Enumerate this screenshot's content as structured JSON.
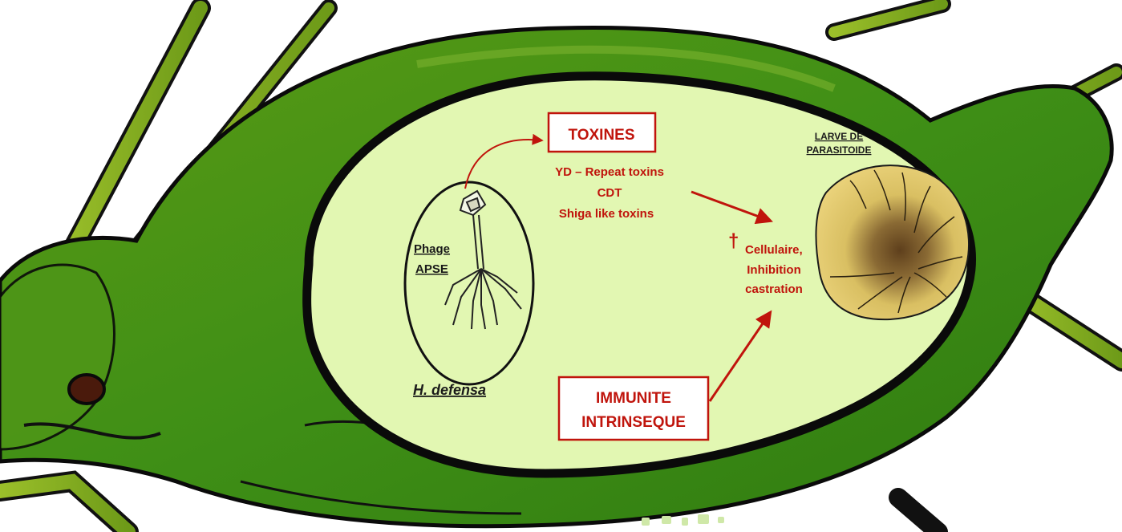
{
  "labels": {
    "toxines": "TOXINES",
    "toxin_list": [
      "YD – Repeat toxins",
      "CDT",
      "Shiga like toxins"
    ],
    "phage": [
      "Phage",
      "APSE"
    ],
    "symbiont": "H. defensa",
    "larva": [
      "LARVE DE",
      "PARASITOIDE"
    ],
    "death_symbol": "†",
    "effects": [
      "Cellulaire,",
      "Inhibition",
      "castration"
    ],
    "immunity": [
      "IMMUNITE",
      "INTRINSEQUE"
    ]
  },
  "colors": {
    "accent_red": "#c0140c",
    "body_green": "#3f8f16",
    "dark_green": "#275e0c",
    "cell_fill": "#e2f7b2",
    "outline": "#0a0a0a",
    "larva": "#e3c864",
    "larva_center": "#6b4a20",
    "eye": "#4a1a0c"
  }
}
